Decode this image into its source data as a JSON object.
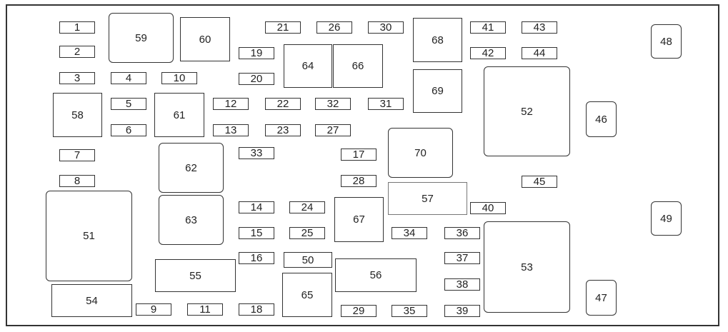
{
  "diagram": {
    "labels": {
      "f1": "1",
      "f2": "2",
      "f3": "3",
      "f4": "4",
      "f5": "5",
      "f6": "6",
      "f7": "7",
      "f8": "8",
      "f9": "9",
      "f10": "10",
      "f11": "11",
      "f12": "12",
      "f13": "13",
      "f14": "14",
      "f15": "15",
      "f16": "16",
      "f17": "17",
      "f18": "18",
      "f19": "19",
      "f20": "20",
      "f21": "21",
      "f22": "22",
      "f23": "23",
      "f24": "24",
      "f25": "25",
      "f26": "26",
      "f27": "27",
      "f28": "28",
      "f29": "29",
      "f30": "30",
      "f31": "31",
      "f32": "32",
      "f33": "33",
      "f34": "34",
      "f35": "35",
      "f36": "36",
      "f37": "37",
      "f38": "38",
      "f39": "39",
      "f40": "40",
      "f41": "41",
      "f42": "42",
      "f43": "43",
      "f44": "44",
      "f45": "45",
      "f46": "46",
      "f47": "47",
      "f48": "48",
      "f49": "49",
      "f50": "50",
      "f51": "51",
      "f52": "52",
      "f53": "53",
      "f54": "54",
      "f55": "55",
      "f56": "56",
      "f57": "57",
      "f58": "58",
      "f59": "59",
      "f60": "60",
      "f61": "61",
      "f62": "62",
      "f63": "63",
      "f64": "64",
      "f65": "65",
      "f66": "66",
      "f67": "67",
      "f68": "68",
      "f69": "69",
      "f70": "70"
    }
  }
}
